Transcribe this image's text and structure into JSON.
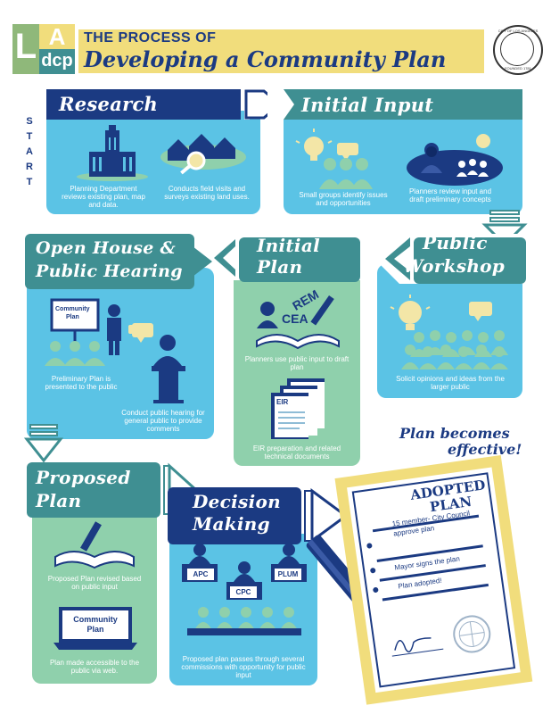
{
  "header": {
    "logo_l": "L",
    "logo_a": "A",
    "logo_dcp": "dcp",
    "process_line": "THE PROCESS OF",
    "title": "Developing a Community Plan",
    "seal_top": "CITY OF LOS ANGELES",
    "seal_bottom": "FOUNDED 1781"
  },
  "start": "S T A R T",
  "research": {
    "title": "Research",
    "caption_left": "Planning Department reviews existing plan, map and data.",
    "caption_right": "Conducts field visits and surveys existing land uses."
  },
  "initial_input": {
    "title": "Initial Input",
    "caption_left": "Small groups identify issues and opportunities",
    "caption_right": "Planners review input and draft preliminary concepts"
  },
  "public_workshop": {
    "title_1": "Public",
    "title_2": "Workshop",
    "caption": "Solicit opinions and ideas from the larger public"
  },
  "initial_plan": {
    "title_1": "Initial",
    "title_2": "Plan",
    "caption_top": "Planners use public input to draft plan",
    "eir_label": "EIR",
    "caption_bottom": "EIR preparation and related technical documents"
  },
  "open_house": {
    "title_1": "Open House &",
    "title_2": "Public Hearing",
    "board_label_1": "Community",
    "board_label_2": "Plan",
    "caption_left": "Preliminary Plan is presented to the public",
    "caption_right": "Conduct public hearing for general public to provide comments"
  },
  "proposed_plan": {
    "title_1": "Proposed",
    "title_2": "Plan",
    "caption_top": "Proposed Plan revised based on public input",
    "laptop_label_1": "Community",
    "laptop_label_2": "Plan",
    "caption_bottom": "Plan made accessible to the public via web."
  },
  "decision_making": {
    "title_1": "Decision",
    "title_2": "Making",
    "apc": "APC",
    "plum": "PLUM",
    "cpc": "CPC",
    "caption": "Proposed plan passes through several commissions with opportunity for public input"
  },
  "effective": {
    "line_1": "Plan becomes",
    "line_2": "effective!"
  },
  "adopted": {
    "title_1": "ADOPTED",
    "title_2": "PLAN",
    "items": [
      "15 member- City Council approve plan",
      "Mayor signs the plan",
      "Plan adopted!"
    ]
  },
  "colors": {
    "navy": "#1b3a82",
    "teal": "#3f8f92",
    "light_blue": "#5bc3e5",
    "mint": "#8fd0ac",
    "cream": "#f3e6a7",
    "yellow": "#f1dd7c"
  }
}
